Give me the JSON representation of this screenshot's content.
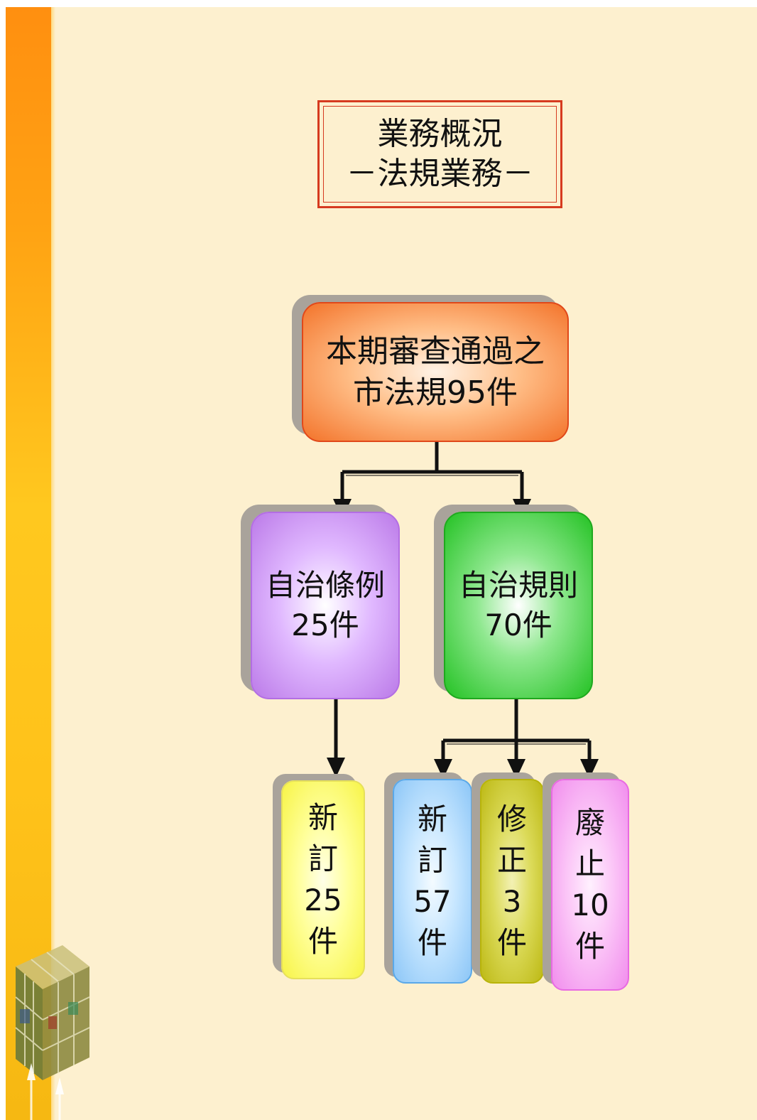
{
  "title": {
    "line1": "業務概況",
    "line2": "－法規業務－"
  },
  "root": {
    "line1": "本期審查通過之",
    "line2": "市法規95件"
  },
  "branches": {
    "ordinance": {
      "line1": "自治條例",
      "line2": "25件"
    },
    "regulation": {
      "line1": "自治規則",
      "line2": "70件"
    }
  },
  "leaves": {
    "ordinance_new": {
      "c1": "新",
      "c2": "訂",
      "c3": "25",
      "c4": "件"
    },
    "regulation_new": {
      "c1": "新",
      "c2": "訂",
      "c3": "57",
      "c4": "件"
    },
    "regulation_amend": {
      "c1": "修",
      "c2": "正",
      "c3": "3",
      "c4": "件"
    },
    "regulation_repeal": {
      "c1": "廢",
      "c2": "止",
      "c3": "10",
      "c4": "件"
    }
  },
  "colors": {
    "background": "#fdf0cf",
    "sidebar": "#ffb018",
    "title_border": "#d63a1f",
    "root": "#f3732a",
    "ordinance": "#bb7ae8",
    "regulation": "#24c224",
    "leaf_ordinance_new": "#f7f447",
    "leaf_regulation_new": "#8cc6f7",
    "leaf_regulation_amend": "#bdb915",
    "leaf_regulation_repeal": "#f18ded"
  }
}
